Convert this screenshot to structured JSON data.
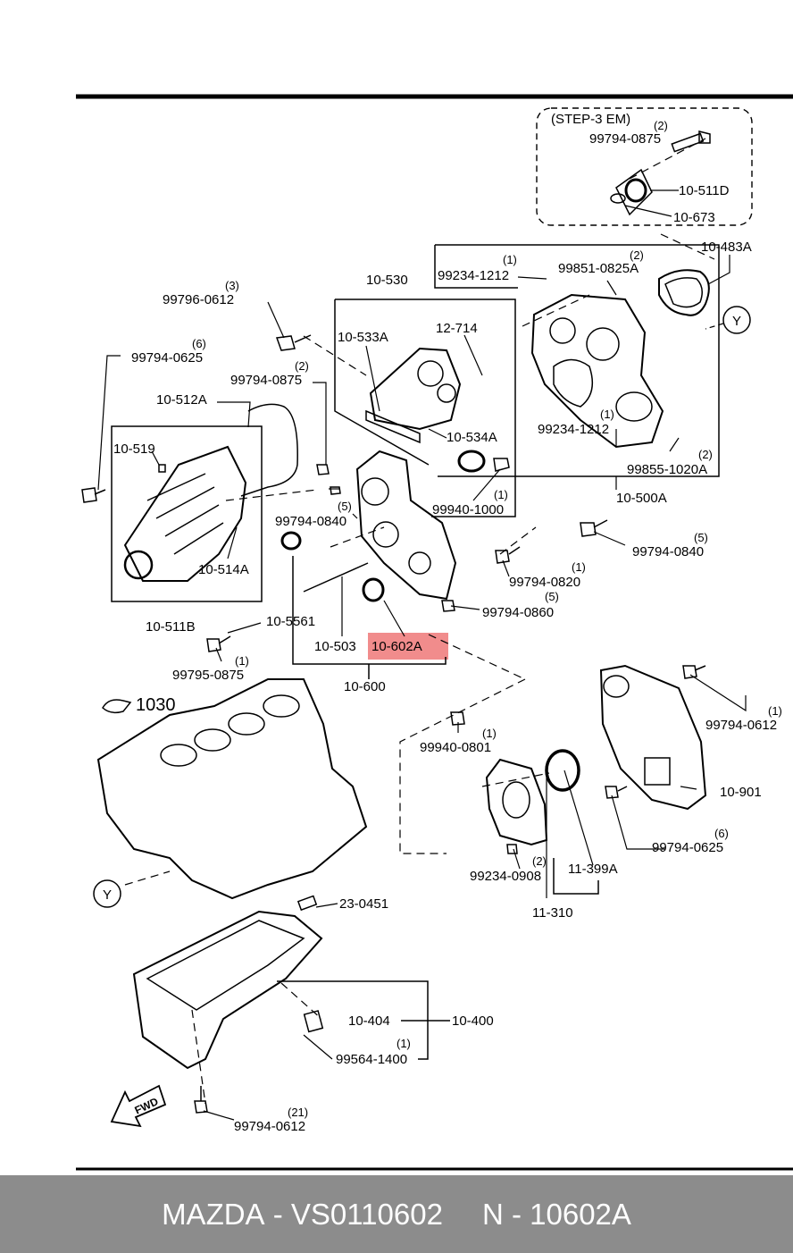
{
  "diagram": {
    "step_note": "(STEP-3 EM)",
    "highlight_color": "#f08080",
    "parts": [
      {
        "id": "p01",
        "label": "99794-0875",
        "qty": "(2)"
      },
      {
        "id": "p02",
        "label": "10-511D",
        "qty": ""
      },
      {
        "id": "p03",
        "label": "10-673",
        "qty": ""
      },
      {
        "id": "p04",
        "label": "10-483A",
        "qty": ""
      },
      {
        "id": "p05",
        "label": "10-530",
        "qty": ""
      },
      {
        "id": "p06",
        "label": "99234-1212",
        "qty": "(1)"
      },
      {
        "id": "p07",
        "label": "99851-0825A",
        "qty": "(2)"
      },
      {
        "id": "p08",
        "label": "99796-0612",
        "qty": "(3)"
      },
      {
        "id": "p09",
        "label": "10-533A",
        "qty": ""
      },
      {
        "id": "p10",
        "label": "12-714",
        "qty": ""
      },
      {
        "id": "p11",
        "label": "99794-0625",
        "qty": "(6)"
      },
      {
        "id": "p12",
        "label": "99794-0875",
        "qty": "(2)"
      },
      {
        "id": "p13",
        "label": "10-512A",
        "qty": ""
      },
      {
        "id": "p14",
        "label": "10-534A",
        "qty": ""
      },
      {
        "id": "p15",
        "label": "99234-1212",
        "qty": "(1)"
      },
      {
        "id": "p16",
        "label": "99855-1020A",
        "qty": "(2)"
      },
      {
        "id": "p17",
        "label": "10-519",
        "qty": ""
      },
      {
        "id": "p18",
        "label": "99940-1000",
        "qty": "(1)"
      },
      {
        "id": "p19",
        "label": "10-500A",
        "qty": ""
      },
      {
        "id": "p20",
        "label": "99794-0840",
        "qty": "(5)"
      },
      {
        "id": "p21",
        "label": "99794-0840",
        "qty": "(5)"
      },
      {
        "id": "p22",
        "label": "10-514A",
        "qty": ""
      },
      {
        "id": "p23",
        "label": "99794-0820",
        "qty": "(1)"
      },
      {
        "id": "p24",
        "label": "99794-0860",
        "qty": "(5)"
      },
      {
        "id": "p25",
        "label": "10-511B",
        "qty": ""
      },
      {
        "id": "p26",
        "label": "10-5561",
        "qty": ""
      },
      {
        "id": "p27",
        "label": "10-503",
        "qty": ""
      },
      {
        "id": "p28",
        "label": "10-602A",
        "qty": ""
      },
      {
        "id": "p29",
        "label": "99795-0875",
        "qty": "(1)"
      },
      {
        "id": "p30",
        "label": "10-600",
        "qty": ""
      },
      {
        "id": "p31",
        "label": "99794-0612",
        "qty": "(1)"
      },
      {
        "id": "p32",
        "label": "1030",
        "qty": ""
      },
      {
        "id": "p33",
        "label": "99940-0801",
        "qty": "(1)"
      },
      {
        "id": "p34",
        "label": "10-901",
        "qty": ""
      },
      {
        "id": "p35",
        "label": "99794-0625",
        "qty": "(6)"
      },
      {
        "id": "p36",
        "label": "99234-0908",
        "qty": "(2)"
      },
      {
        "id": "p37",
        "label": "11-399A",
        "qty": ""
      },
      {
        "id": "p38",
        "label": "23-0451",
        "qty": ""
      },
      {
        "id": "p39",
        "label": "11-310",
        "qty": ""
      },
      {
        "id": "p40",
        "label": "10-404",
        "qty": ""
      },
      {
        "id": "p41",
        "label": "10-400",
        "qty": ""
      },
      {
        "id": "p42",
        "label": "99564-1400",
        "qty": "(1)"
      },
      {
        "id": "p43",
        "label": "99794-0612",
        "qty": "(21)"
      }
    ],
    "y_marker": "Y",
    "fwd_label": "FWD"
  },
  "footer": {
    "brand": "MAZDA",
    "separator": "-",
    "part_number": "VS0110602",
    "ref_prefix": "N",
    "ref_number": "10602A"
  }
}
